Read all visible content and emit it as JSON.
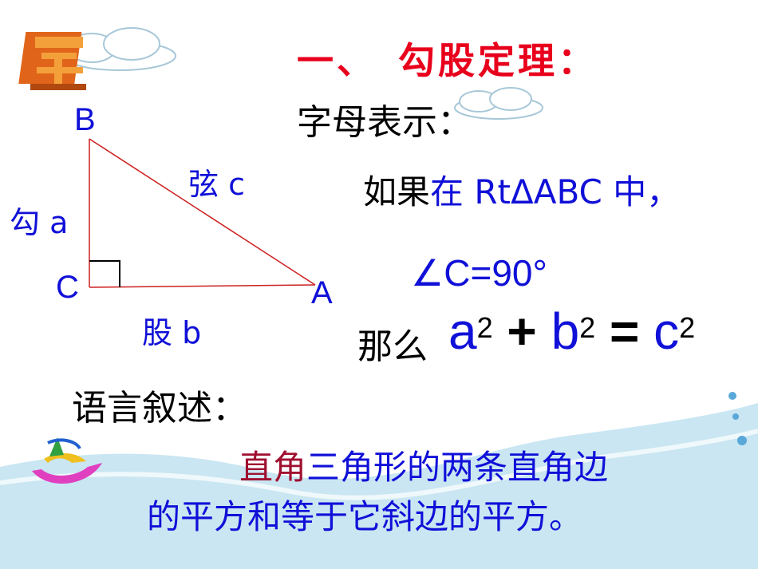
{
  "title": "一、　勾股定理：",
  "subheading_letters": "字母表示：",
  "condition": {
    "prefix": "如果",
    "text": "在 RtΔABC 中，"
  },
  "angle": "∠C=90°",
  "formula": {
    "then": "那么",
    "a": "a",
    "b": "b",
    "c": "c",
    "exp": "2",
    "plus": "+",
    "eq": "="
  },
  "subheading_words": "语言叙述：",
  "statement": {
    "line1_red": "直角",
    "line1_blue": "三角形的两条直角边",
    "line2": "的平方和等于它斜边的平方。"
  },
  "triangle": {
    "vertex_b": "B",
    "vertex_c": "C",
    "vertex_a": "A",
    "hypotenuse_label": "弦 c",
    "leg_a_label": "勾 a",
    "leg_b_label": "股 b"
  },
  "colors": {
    "title": "#e8001c",
    "blue": "#1010d8",
    "red": "#a01030",
    "triangle_line": "#cc2020",
    "sky": "#c9e6f2"
  }
}
